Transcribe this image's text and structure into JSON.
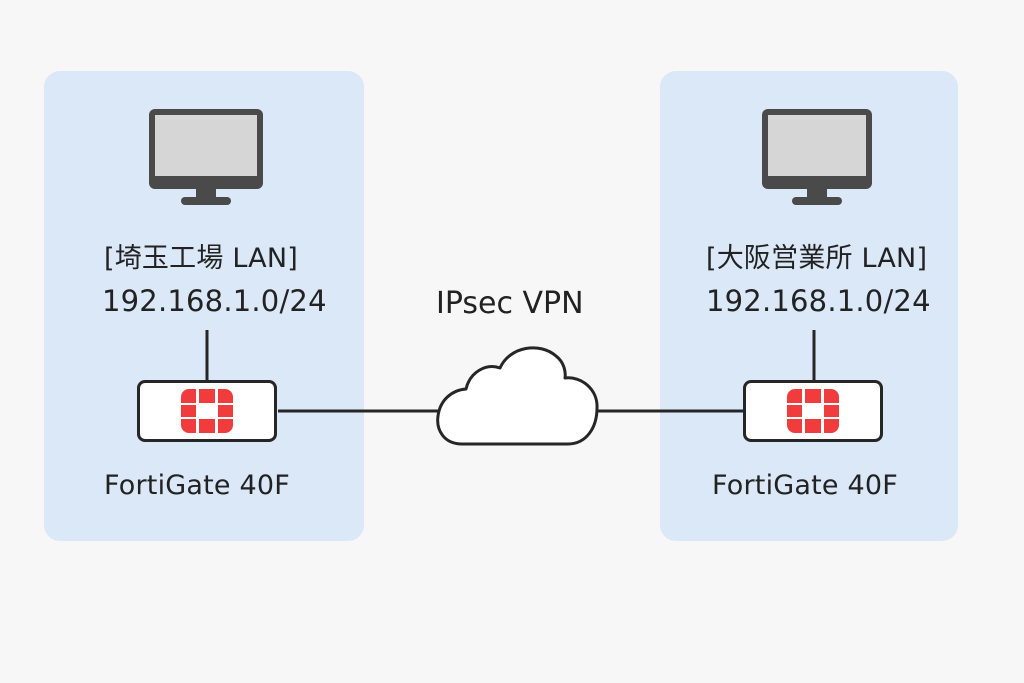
{
  "sites": [
    {
      "name": "[埼玉工場 LAN]",
      "subnet": "192.168.1.0/24",
      "device": "FortiGate 40F"
    },
    {
      "name": "[大阪営業所 LAN]",
      "subnet": "192.168.1.0/24",
      "device": "FortiGate 40F"
    }
  ],
  "link": {
    "label": "IPsec VPN"
  },
  "colors": {
    "panel": "#dbe8f7",
    "logo": "#f03c3c",
    "line": "#262626",
    "monitor": "#4a4a4a",
    "screen": "#d6d6d6"
  },
  "icons": {
    "computer": "monitor-icon",
    "firewall": "fortigate-logo-icon",
    "network": "cloud-icon"
  }
}
